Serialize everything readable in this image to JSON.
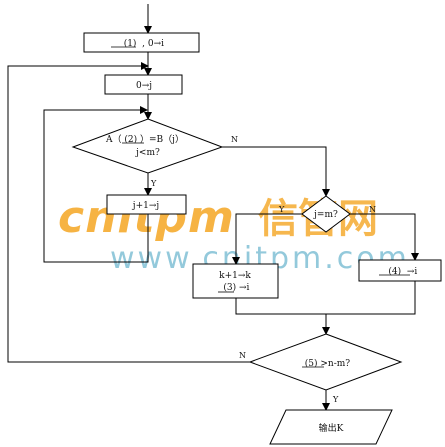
{
  "boxes": {
    "init": "  (1)  , 0→i",
    "reset_j": "0→j",
    "inc_j": "j+1→j",
    "inc_k_line1": "k+1→k",
    "inc_k_line2": " (3) →i",
    "step4": "  (4)  →i",
    "output": "输出K"
  },
  "decisions": {
    "compare_line1": "A（ (2) ）=B（j）",
    "compare_line2": "j<m?",
    "j_eq_m": "j=m?",
    "loop_check": " (5) >n-m?"
  },
  "branch_labels": {
    "n1": "N",
    "y1": "Y",
    "y2": "Y",
    "n2": "N",
    "n3": "N",
    "y3": "Y"
  },
  "watermark": {
    "brand": "cnitpm",
    "cn": "信管网",
    "url": "www.cnitpm.com"
  }
}
